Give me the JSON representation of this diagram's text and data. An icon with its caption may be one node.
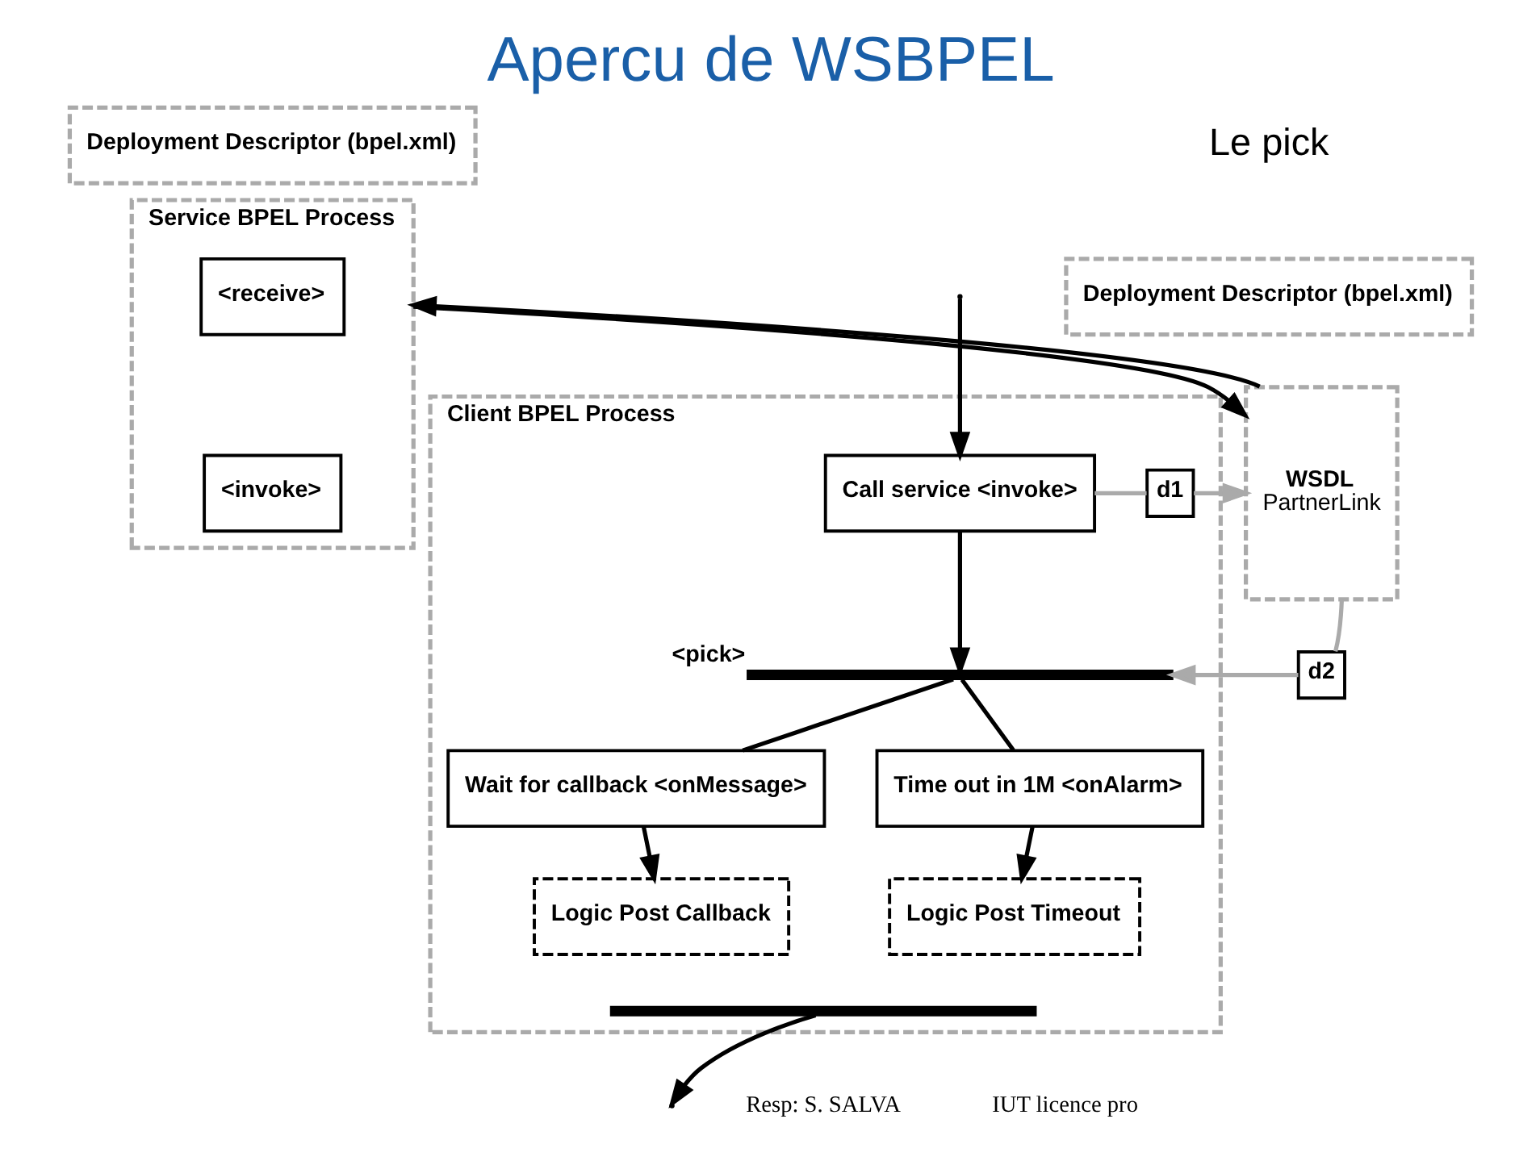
{
  "diagram": {
    "title": "Apercu de WSBPEL",
    "nodes": [
      {
        "text": [
          "Deployment Descriptor (bpel.xml)"
        ]
      },
      {
        "text": [
          "Client BPEL Process"
        ]
      },
      {
        "text": [
          "Call service <invoke>"
        ],
        "in": 1
      },
      {
        "text": [
          "d1"
        ],
        "in": 1
      },
      {
        "text": [
          "<pick>"
        ],
        "in": 1
      },
      {
        "text": [
          "Wait for callback <onMessage>"
        ],
        "in": 1
      },
      {
        "text": [
          "Time out in 1M <onAlarm>"
        ],
        "in": 1
      },
      {
        "text": [
          "Logic Post Callback"
        ],
        "in": 1
      },
      {
        "text": [
          "Logic Post Timeout"
        ],
        "in": 1
      },
      {
        "text": [],
        "shape": "bar",
        "in": 1
      },
      {
        "text": [
          "d2"
        ]
      },
      {
        "text": [
          "WSDL",
          "PartnerLink"
        ]
      },
      {
        "text": [
          "Deployment Descriptor (bpel.xml)"
        ]
      },
      {
        "text": [
          "Service BPEL Process"
        ]
      },
      {
        "text": [
          "<receive>"
        ],
        "in": 13
      },
      {
        "text": [
          "<invoke>"
        ],
        "in": 13
      }
    ],
    "edges": [
      {
        "from": null,
        "to": 2,
        "arrow": "to"
      },
      {
        "from": 2,
        "to": 4,
        "arrow": "to"
      },
      {
        "from": 4,
        "to": 5,
        "arrow": "none"
      },
      {
        "from": 4,
        "to": 6,
        "arrow": "none"
      },
      {
        "from": 5,
        "to": 7,
        "arrow": "to"
      },
      {
        "from": 6,
        "to": 8,
        "arrow": "to"
      },
      {
        "from": 9,
        "to": null,
        "arrow": "to"
      },
      {
        "from": 2,
        "to": 3,
        "arrow": "none",
        "color": "#aaaaaa"
      },
      {
        "from": 3,
        "to": 11,
        "arrow": "to",
        "color": "#aaaaaa"
      },
      {
        "from": 11,
        "to": 13,
        "arrow": "to"
      },
      {
        "from": 13,
        "to": 11,
        "arrow": "to"
      },
      {
        "from": 11,
        "to": 10,
        "arrow": "none",
        "color": "#aaaaaa"
      },
      {
        "from": 10,
        "to": 4,
        "arrow": "to",
        "color": "#aaaaaa"
      }
    ],
    "labels": [
      "Le pick",
      "Resp: S. SALVA",
      "IUT licence pro"
    ]
  }
}
